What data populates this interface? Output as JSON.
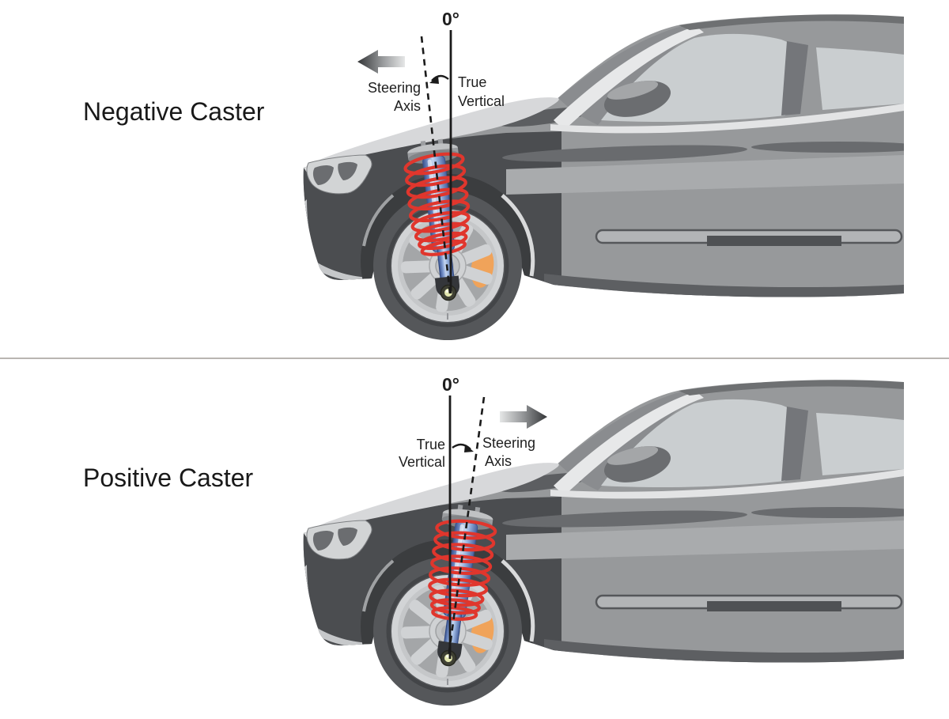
{
  "page": {
    "background": "#ffffff",
    "divider_color": "#b9b5b2"
  },
  "colors": {
    "spring_red": "#e0362d",
    "strut_blue": "#c6d6ef",
    "caliper_orange": "#f0a35a",
    "line_black": "#1e1e1e",
    "car_body_gray": "#97999b"
  },
  "panels": [
    {
      "id": "negative-caster",
      "title": "Negative Caster",
      "zero_label": "0°",
      "true_vertical": {
        "line1": "True",
        "line2": "Vertical"
      },
      "steering_axis": {
        "line1": "Steering",
        "line2": "Axis"
      },
      "arrow_direction": "left",
      "tilt_deg": -6.3
    },
    {
      "id": "positive-caster",
      "title": "Positive Caster",
      "zero_label": "0°",
      "true_vertical": {
        "line1": "True",
        "line2": "Vertical"
      },
      "steering_axis": {
        "line1": "Steering",
        "line2": "Axis"
      },
      "arrow_direction": "right",
      "tilt_deg": 7.8
    }
  ]
}
